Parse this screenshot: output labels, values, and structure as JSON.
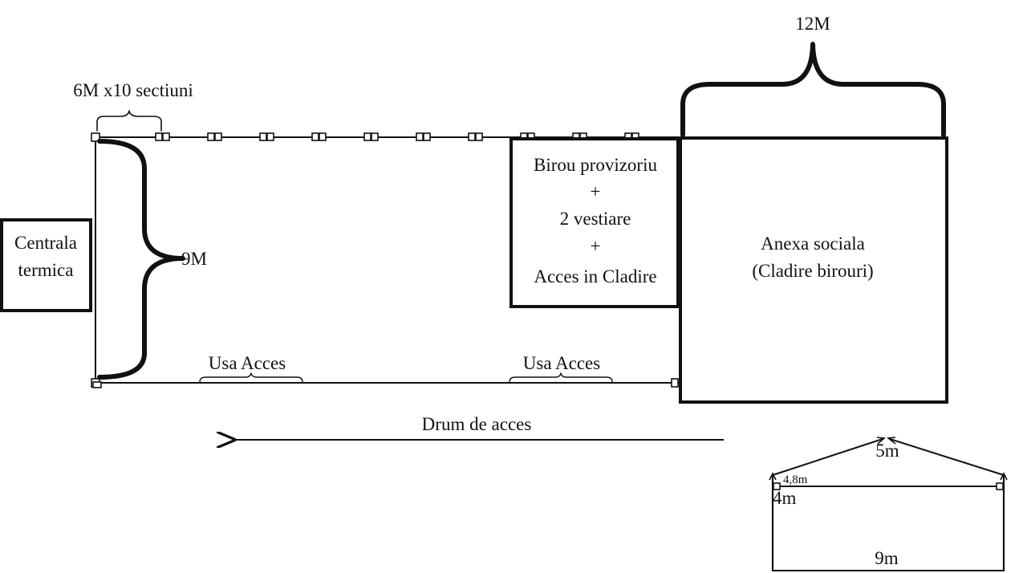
{
  "labels": {
    "section_spec": "6M x10 sectiuni",
    "width_dim": "12M",
    "depth_dim": "9M",
    "boiler_line1": "Centrala",
    "boiler_line2": "termica",
    "office_line1": "Birou provizoriu",
    "office_line2": "+",
    "office_line3": "2 vestiare",
    "office_line4": "+",
    "office_line5": "Acces in Cladire",
    "annex_line1": "Anexa sociala",
    "annex_line2": "(Cladire birouri)",
    "door_left": "Usa Acces",
    "door_right": "Usa Acces",
    "access_road": "Drum de acces",
    "section_ridge": "5m",
    "section_rafter": "4,8m",
    "section_wall": "4m",
    "section_span": "9m"
  },
  "colors": {
    "line": "#111111",
    "background": "#ffffff"
  }
}
